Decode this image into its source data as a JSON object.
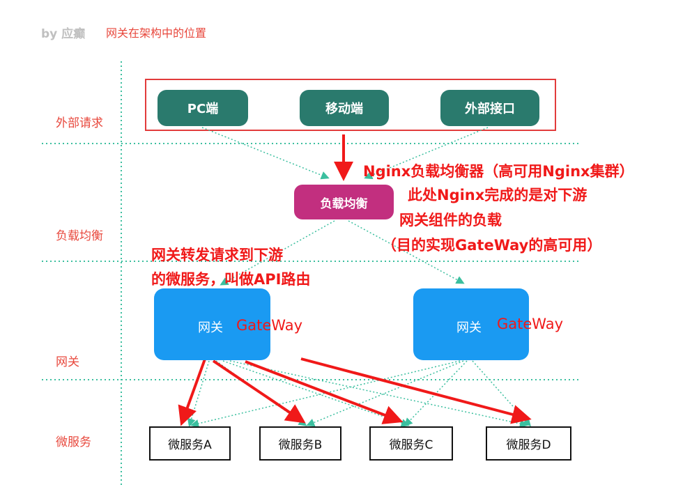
{
  "header": {
    "credit": "by 应癫",
    "caption": "网关在架构中的位置"
  },
  "tiers": {
    "external": "外部请求",
    "load_balance": "负载均衡",
    "gateway": "网关",
    "microservice": "微服务"
  },
  "clients": {
    "pc": "PC端",
    "mobile": "移动端",
    "api": "外部接口"
  },
  "load_balancer": {
    "label": "负载均衡"
  },
  "gateways": {
    "left": {
      "label": "网关",
      "note": "GateWay"
    },
    "right": {
      "label": "网关",
      "note": "GateWay"
    }
  },
  "services": {
    "a": "微服务A",
    "b": "微服务B",
    "c": "微服务C",
    "d": "微服务D"
  },
  "annotations": {
    "nginx_line1": "Nginx负载均衡器（高可用Nginx集群）",
    "nginx_line2": "此处Nginx完成的是对下游",
    "nginx_line3": "网关组件的负载",
    "nginx_line4": "（目的实现GateWay的高可用）",
    "gw_line1": "网关转发请求到下游",
    "gw_line2": "的微服务，叫做API路由"
  },
  "colors": {
    "client_node": "#2a7a6d",
    "load_balancer": "#c22f7f",
    "gateway": "#1a9af2",
    "annotation": "#f01919",
    "dotted_connector": "#3bbf9f"
  }
}
